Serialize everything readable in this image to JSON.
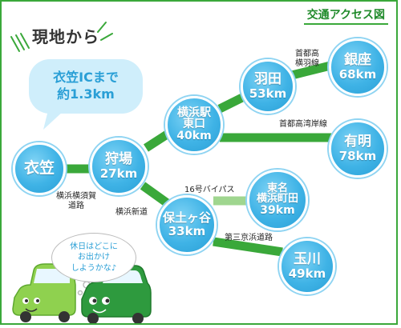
{
  "title": "交通アクセス図",
  "origin_callout": {
    "heading": "現地から",
    "bubble_line1": "衣笠ICまで",
    "bubble_line2": "約1.3km"
  },
  "nodes": {
    "kinugasa": {
      "name": "衣笠"
    },
    "kariba": {
      "name": "狩場",
      "distance": "27km"
    },
    "yokohama": {
      "name_line1": "横浜駅",
      "name_line2": "東口",
      "distance": "40km"
    },
    "haneda": {
      "name": "羽田",
      "distance": "53km"
    },
    "ginza": {
      "name": "銀座",
      "distance": "68km"
    },
    "ariake": {
      "name": "有明",
      "distance": "78km"
    },
    "hodogaya": {
      "name": "保土ヶ谷",
      "distance": "33km"
    },
    "tomei": {
      "name_line1": "東名",
      "name_line2": "横浜町田",
      "distance": "39km"
    },
    "tamagawa": {
      "name": "玉川",
      "distance": "49km"
    }
  },
  "routes": {
    "yokosuka_line1": "横浜横須賀",
    "yokosuka_line2": "道路",
    "shinto": "横浜新道",
    "shuto_haneda_line1": "首都高",
    "shuto_haneda_line2": "横羽線",
    "wangan": "首都高湾岸線",
    "bypass16": "16号バイパス",
    "daisan_keihin": "第三京浜道路"
  },
  "thought_bubble": {
    "line1": "休日はどこに",
    "line2": "お出かけ",
    "line3": "しようかな♪"
  },
  "colors": {
    "road": "#3aa83a",
    "road_light": "#9fd68f",
    "node": "#3fb3e6",
    "car_light": "#8fd14f",
    "car_dark": "#2e9a3e"
  }
}
